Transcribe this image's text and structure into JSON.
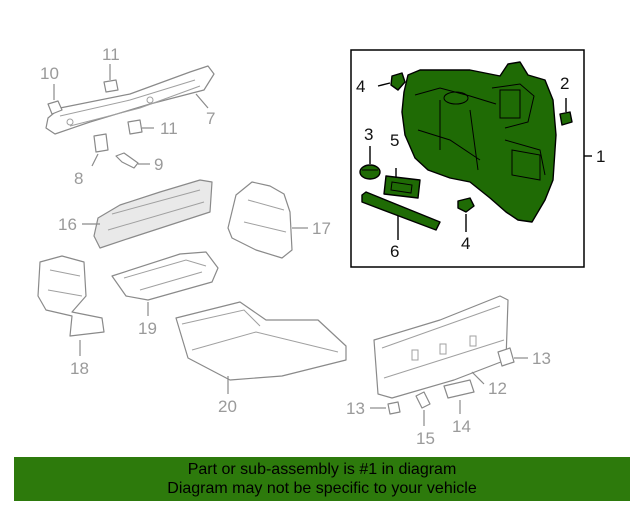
{
  "callouts": {
    "c1": "1",
    "c2": "2",
    "c3": "3",
    "c4a": "4",
    "c4b": "4",
    "c5": "5",
    "c6": "6",
    "c7": "7",
    "c8": "8",
    "c9": "9",
    "c10": "10",
    "c11a": "11",
    "c11b": "11",
    "c12": "12",
    "c13a": "13",
    "c13b": "13",
    "c14": "14",
    "c15": "15",
    "c16": "16",
    "c17": "17",
    "c18": "18",
    "c19": "19",
    "c20": "20"
  },
  "banner": {
    "line1": "Part or sub-assembly is #1 in diagram",
    "line2": "Diagram may not be specific to your vehicle"
  },
  "colors": {
    "highlight": "#1f6b05",
    "banner": "#2d7a0c",
    "inactive_part": "#8a8a8a"
  }
}
